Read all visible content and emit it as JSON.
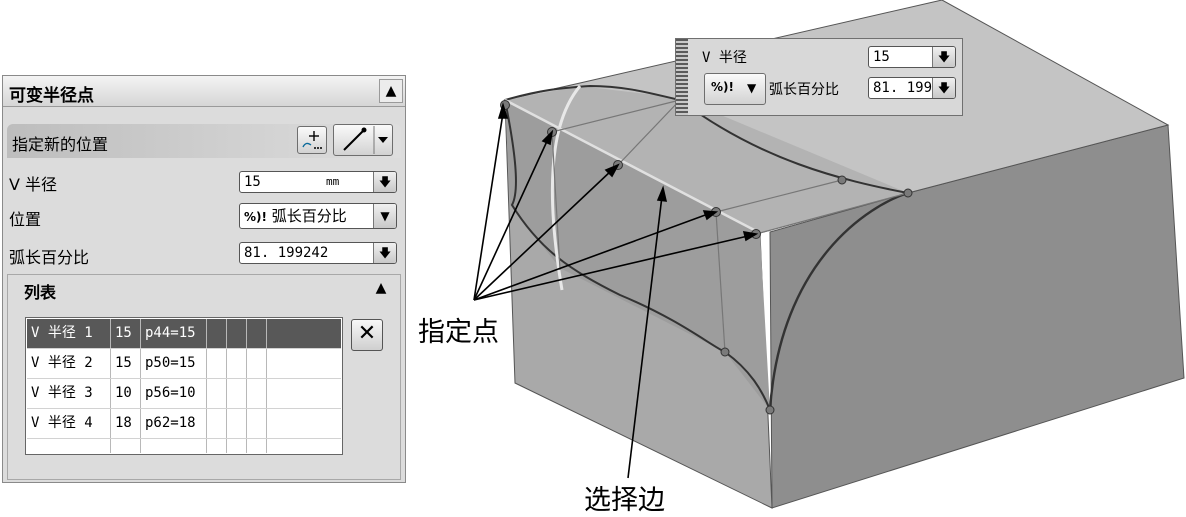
{
  "panel": {
    "title": "可变半径点",
    "section_title": "指定新的位置",
    "v_radius_label": "V 半径",
    "v_radius_value": "15",
    "v_radius_unit": "mm",
    "position_label": "位置",
    "position_value": "弧长百分比",
    "position_icon": "%)!",
    "arc_percent_label": "弧长百分比",
    "arc_percent_value": "81. 199242",
    "list_title": "列表",
    "list_rows": [
      {
        "name": "V 半径 1",
        "value": "15",
        "expr": "p44=15"
      },
      {
        "name": "V 半径 2",
        "value": "15",
        "expr": "p50=15"
      },
      {
        "name": "V 半径 3",
        "value": "10",
        "expr": "p56=10"
      },
      {
        "name": "V 半径 4",
        "value": "18",
        "expr": "p62=18"
      }
    ]
  },
  "float_toolbar": {
    "v_radius_label": "V 半径",
    "v_radius_value": "15",
    "arc_label": "弧长百分比",
    "arc_value": "81. 199",
    "icon_text": "%)!"
  },
  "annotations": {
    "points": "指定点",
    "edge": "选择边"
  },
  "colors": {
    "panel_bg": "#dcdcdc",
    "selected_row": "#585858",
    "model_front": "#a9a9a9",
    "model_right": "#8e8e8e",
    "model_top": "#c4c4c4"
  }
}
